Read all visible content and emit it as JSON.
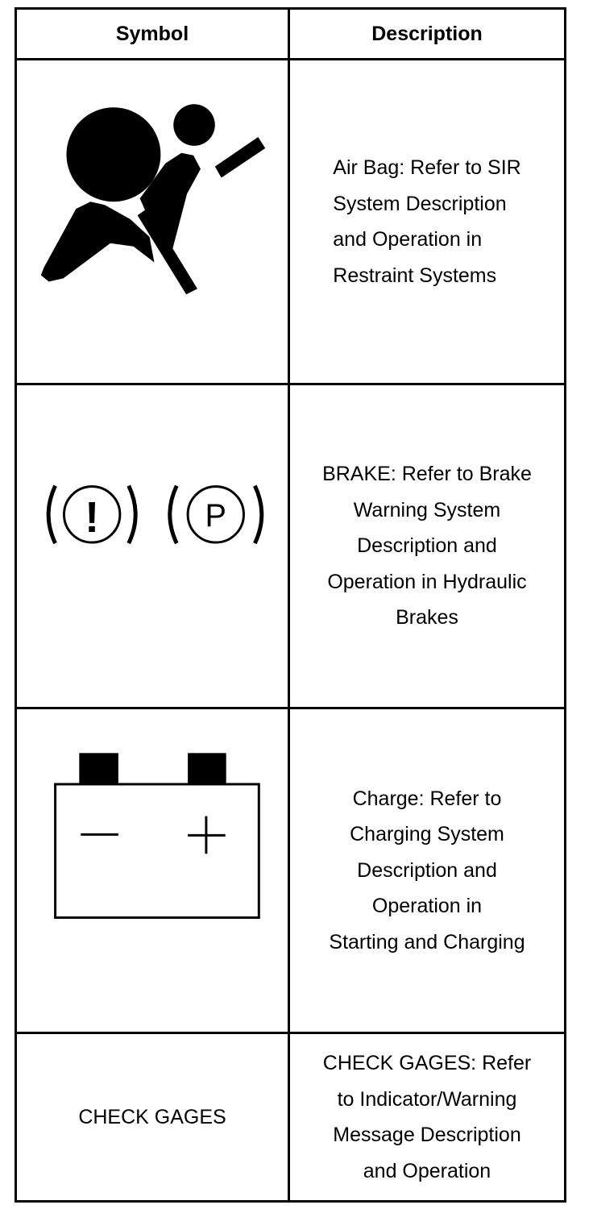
{
  "table": {
    "headers": {
      "symbol": "Symbol",
      "description": "Description"
    },
    "rows": [
      {
        "symbol_icon": "airbag-icon",
        "description": "Air Bag: Refer to SIR\n System Description\nand Operation in\nRestraint Systems"
      },
      {
        "symbol_icon": "brake-warning-icon",
        "description": "BRAKE: Refer to Brake\nWarning System\nDescription and\nOperation in Hydraulic\nBrakes",
        "symbol_text": {
          "exclaim": "!",
          "park": "P"
        }
      },
      {
        "symbol_icon": "battery-icon",
        "description": "Charge: Refer to\nCharging System\nDescription and\nOperation in\nStarting and Charging"
      },
      {
        "symbol_text": "CHECK GAGES",
        "description": "CHECK GAGES: Refer\nto Indicator/Warning\nMessage Description\nand Operation"
      }
    ]
  }
}
